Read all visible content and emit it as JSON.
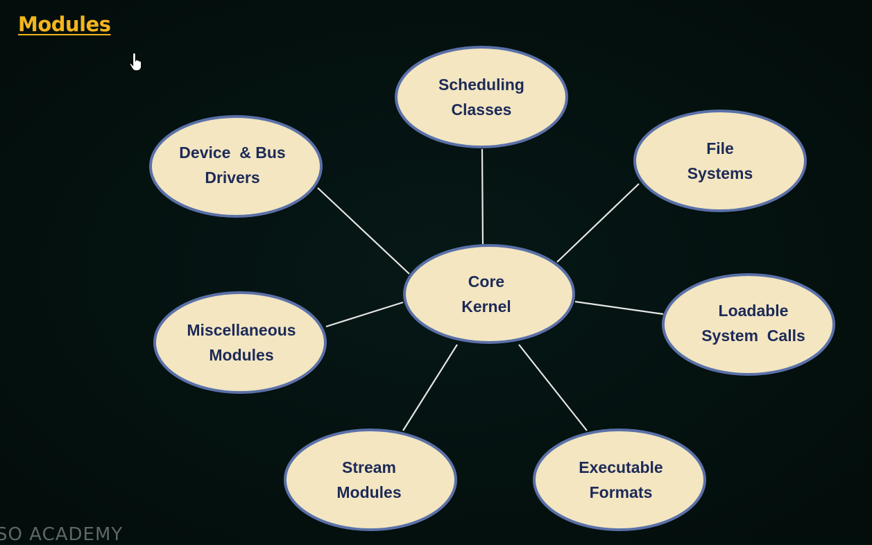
{
  "title": "Modules",
  "watermark": "SO ACADEMY",
  "diagram": {
    "center": {
      "id": "core",
      "lines": [
        "Core",
        "Kernel"
      ]
    },
    "nodes": [
      {
        "id": "scheduling",
        "lines": [
          "Scheduling",
          "Classes"
        ]
      },
      {
        "id": "file-systems",
        "lines": [
          "File",
          "Systems"
        ]
      },
      {
        "id": "loadable-syscalls",
        "lines": [
          "Loadable",
          "System  Calls"
        ]
      },
      {
        "id": "executable-formats",
        "lines": [
          "Executable",
          "Formats"
        ]
      },
      {
        "id": "stream-modules",
        "lines": [
          "Stream",
          "Modules"
        ]
      },
      {
        "id": "misc-modules",
        "lines": [
          "Miscellaneous",
          "Modules"
        ]
      },
      {
        "id": "device-bus-drivers",
        "lines": [
          "Device  & Bus",
          "Drivers"
        ]
      }
    ],
    "colors": {
      "ellipse_fill": "#f3e6c1",
      "ellipse_stroke": "#5a70a8",
      "connector": "#e6e6e6",
      "text": "#1d2a58",
      "title": "#f3b51c"
    }
  }
}
